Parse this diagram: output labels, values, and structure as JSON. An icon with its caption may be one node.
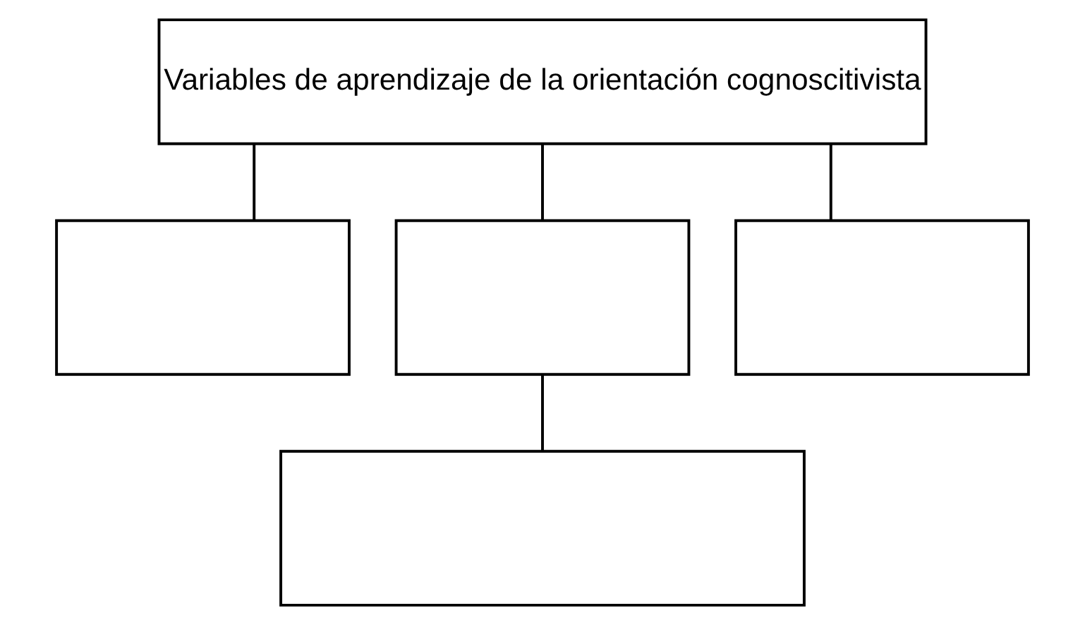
{
  "diagram": {
    "nodes": [
      {
        "text": [
          "Variables de aprendizaje de la orientación cognoscitivista"
        ]
      },
      {
        "text": [],
        "shape": "box"
      },
      {
        "text": [],
        "shape": "box"
      },
      {
        "text": [],
        "shape": "box"
      },
      {
        "text": [],
        "shape": "box"
      }
    ],
    "edges": [
      {
        "from": 0,
        "to": 1,
        "arrow": "none"
      },
      {
        "from": 0,
        "to": 2,
        "arrow": "none"
      },
      {
        "from": 0,
        "to": 3,
        "arrow": "none"
      },
      {
        "from": 2,
        "to": 4,
        "arrow": "none"
      }
    ]
  }
}
